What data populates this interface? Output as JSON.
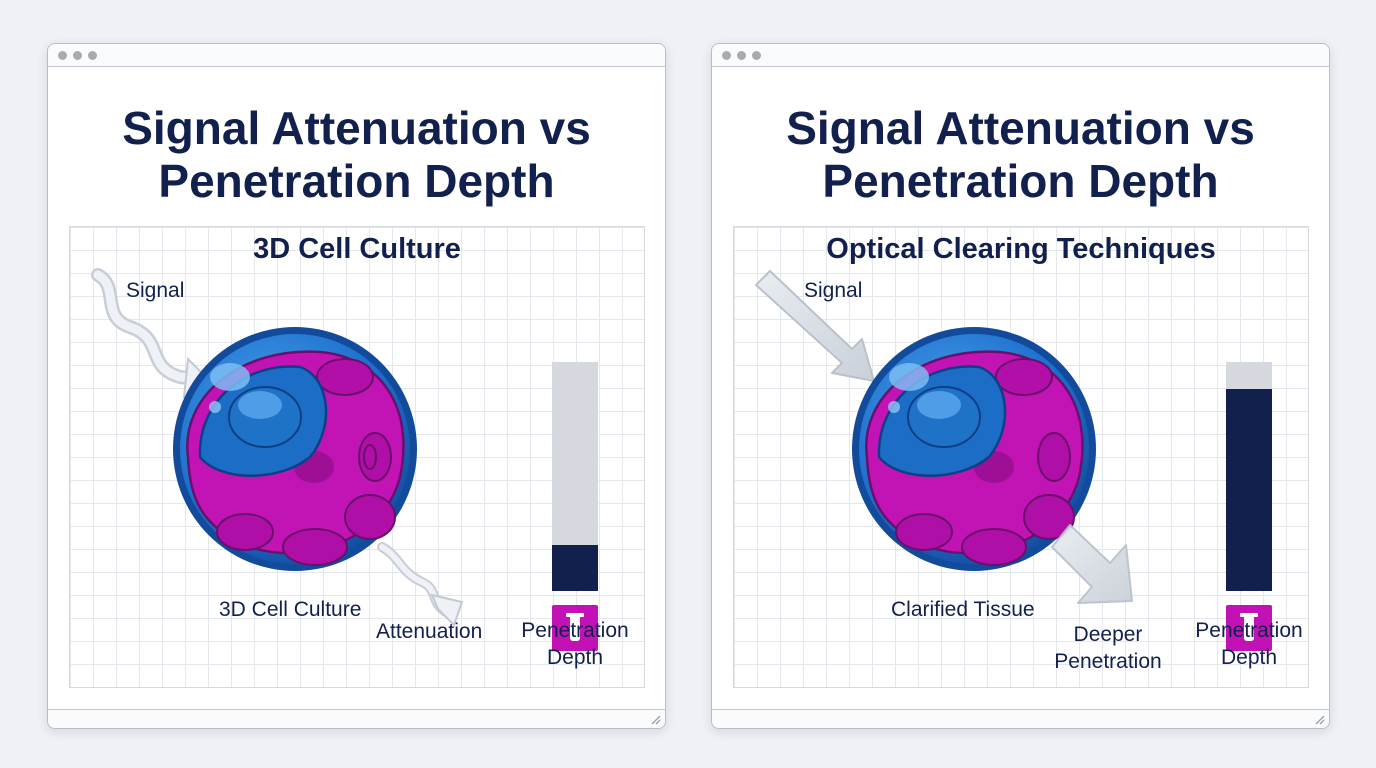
{
  "panels": [
    {
      "title": "Signal Attenuation vs Penetration Depth",
      "subtitle": "3D Cell Culture",
      "signal_label": "Signal",
      "sample_label": "3D Cell Culture",
      "exit_label": "Attenuation",
      "depth_label": "Penetration Depth",
      "depth_fraction": 0.2
    },
    {
      "title": "Signal Attenuation vs Penetration Depth",
      "subtitle": "Optical Clearing Techniques",
      "signal_label": "Signal",
      "sample_label": "Clarified Tissue",
      "exit_label": "Deeper Penetration",
      "depth_fraction": 0.88,
      "depth_label": "Penetration Depth"
    }
  ],
  "colors": {
    "navy": "#12204d",
    "cell_blue": "#1e72c8",
    "cell_magenta": "#c214b4",
    "bar_empty": "#d5d9df",
    "icon_bg": "#c212b5"
  },
  "icons": [
    "window-dots-icon",
    "resize-grip-icon",
    "signal-arrow-icon",
    "cell-sphere-icon",
    "test-tube-icon"
  ]
}
